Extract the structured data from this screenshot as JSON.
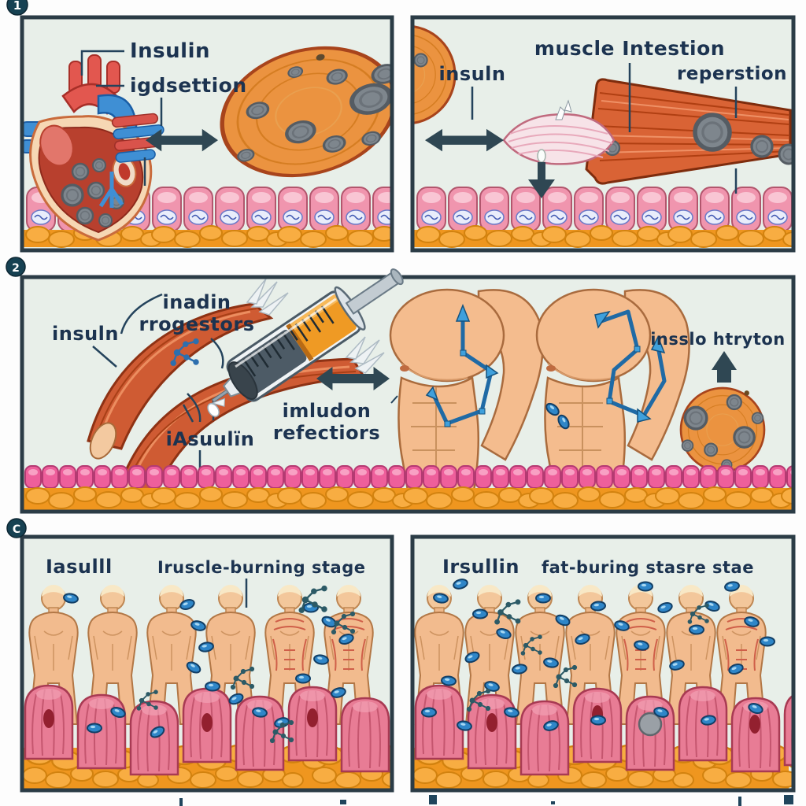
{
  "illustration": {
    "badges": {
      "panel1": "1",
      "panel2": "2",
      "panel3": "C"
    },
    "panel1_left": {
      "label_insulin": "Insulin",
      "label_injection": "igdsettion"
    },
    "panel1_right": {
      "label_insulin": "insuln",
      "label_muscle_injection": "muscle Intestion",
      "label_repersion": "reperstion"
    },
    "panel2": {
      "label_insulin_left": "insuln",
      "label_receptors_line1": "inadin",
      "label_receptors_line2": "rrogestors",
      "label_insulin_bottom": "iAsuulïn",
      "label_injection_line1": "imludon",
      "label_injection_line2": "refectiors",
      "label_secretion": "insslo htryton"
    },
    "panel3_left": {
      "label_insulin": "Iasulll",
      "label_stage": "Iruscle-burning stage"
    },
    "panel3_right": {
      "label_insulin": "Irsullin",
      "label_stage": "fat-buring stasre stae"
    },
    "palette": {
      "panel_bg": "#e8efe9",
      "panel_border": "#2b3c46",
      "label_text": "#1c3350",
      "arrow": "#2f4753",
      "cell_pink": "#f095ae",
      "muscle_cell_pink": "#e87c95",
      "fat_orange": "#f8ad42",
      "islet_orange": "#eb9340",
      "muscle_red": "#d96335",
      "skin": "#f2bb8e",
      "insulin_blue": "#2f86c8",
      "badge_bg": "#164152"
    }
  }
}
